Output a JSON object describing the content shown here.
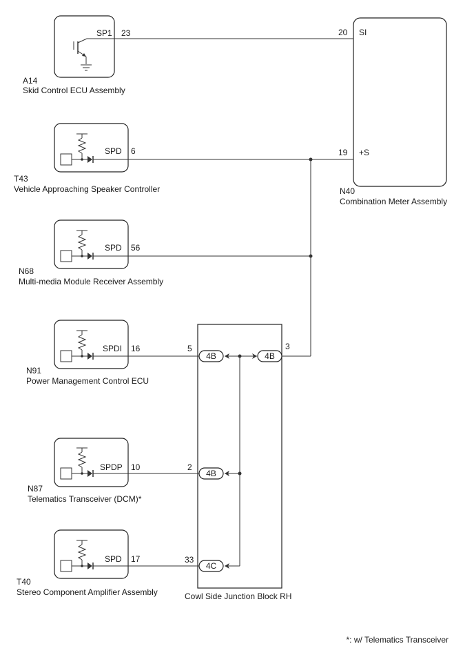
{
  "ecu_a14": {
    "code": "A14",
    "name": "Skid Control ECU Assembly",
    "terminal": "SP1",
    "pin": "23"
  },
  "ecu_t43": {
    "code": "T43",
    "name": "Vehicle Approaching Speaker Controller",
    "terminal": "SPD",
    "pin": "6"
  },
  "ecu_n68": {
    "code": "N68",
    "name": "Multi-media Module Receiver Assembly",
    "terminal": "SPD",
    "pin": "56"
  },
  "ecu_n91": {
    "code": "N91",
    "name": "Power Management Control ECU",
    "terminal": "SPDI",
    "pin": "16"
  },
  "ecu_n87": {
    "code": "N87",
    "name": "Telematics Transceiver (DCM)*",
    "terminal": "SPDP",
    "pin": "10"
  },
  "ecu_t40": {
    "code": "T40",
    "name": "Stereo Component Amplifier Assembly",
    "terminal": "SPD",
    "pin": "17"
  },
  "meter": {
    "code": "N40",
    "name": "Combination Meter Assembly",
    "si_terminal": "SI",
    "si_pin": "20",
    "s_terminal": "+S",
    "s_pin": "19"
  },
  "junction": {
    "name": "Cowl Side Junction Block RH",
    "conn_4b": "4B",
    "conn_4c": "4C",
    "pin_5": "5",
    "pin_3": "3",
    "pin_2": "2",
    "pin_33": "33"
  },
  "footnote": "*: w/ Telematics Transceiver"
}
